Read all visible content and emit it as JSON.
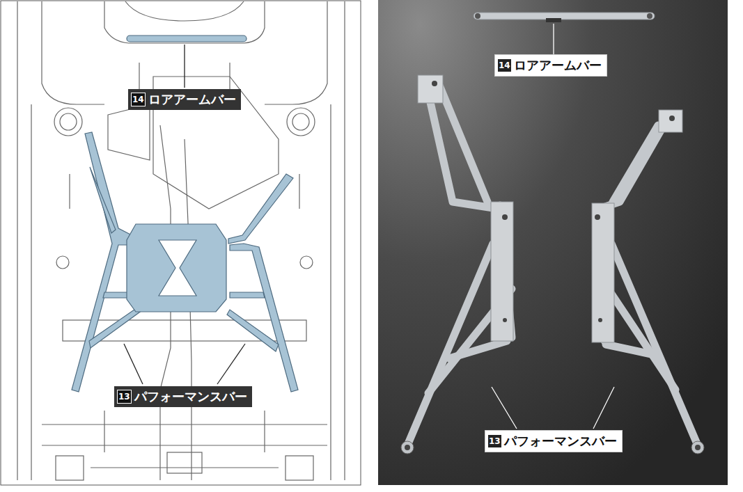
{
  "diagram": {
    "labels": [
      "14",
      "ロアアームバー",
      "13",
      "パフォーマンスバー",
      "14",
      "ロアアームバー",
      "13",
      "パフォーマンスバー"
    ]
  }
}
